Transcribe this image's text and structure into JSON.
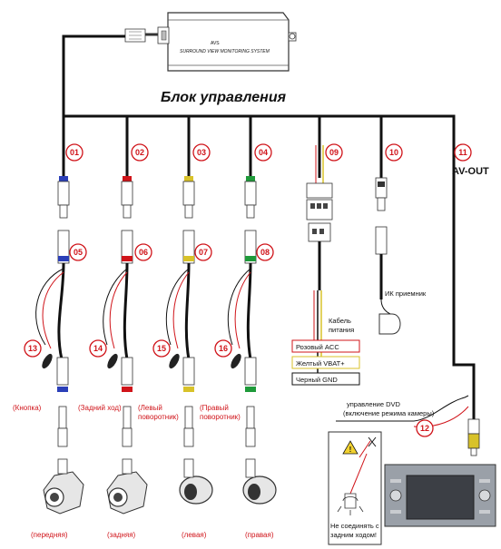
{
  "control_unit": {
    "title": "Блок управления",
    "device_brand": "AVS",
    "device_label": "SURROUND VIEW MONITORING SYSTEM"
  },
  "connectors": [
    {
      "num": "01",
      "color": "#2b3fb8"
    },
    {
      "num": "02",
      "color": "#d0141a"
    },
    {
      "num": "03",
      "color": "#d8c22a"
    },
    {
      "num": "04",
      "color": "#1f9a3a"
    },
    {
      "num": "09",
      "color": "#111111"
    },
    {
      "num": "10",
      "color": "#111111"
    },
    {
      "num": "11",
      "color": "#111111"
    }
  ],
  "av_out_label": "AV-OUT",
  "mid_connectors": [
    "05",
    "06",
    "07",
    "08"
  ],
  "trigger_connectors": [
    {
      "num": "13",
      "label": "(Кнопка)",
      "color": "#2b3fb8"
    },
    {
      "num": "14",
      "label": "(Задний ход)",
      "color": "#d0141a"
    },
    {
      "num": "15",
      "label": "(Левый поворотник)",
      "color": "#d8c22a"
    },
    {
      "num": "16",
      "label": "(Правый поворотник)",
      "color": "#1f9a3a"
    }
  ],
  "cameras": [
    {
      "label": "(передняя)"
    },
    {
      "label": "(задняя)"
    },
    {
      "label": "(левая)"
    },
    {
      "label": "(правая)"
    }
  ],
  "ir_receiver_label": "ИК приемник",
  "power_cable": {
    "label": "Кабель питания",
    "wires": [
      {
        "label": "Розовый ACC",
        "color": "#d0141a"
      },
      {
        "label": "Желтый VBAT+",
        "color": "#d8c22a"
      },
      {
        "label": "Черный GND",
        "color": "#111111"
      }
    ]
  },
  "dvd_control": {
    "num": "12",
    "label_line1": "управление DVD",
    "label_line2": "(включение режима камеры)"
  },
  "warning": {
    "text_line1": "Не соединять с",
    "text_line2": "задним ходом!"
  }
}
